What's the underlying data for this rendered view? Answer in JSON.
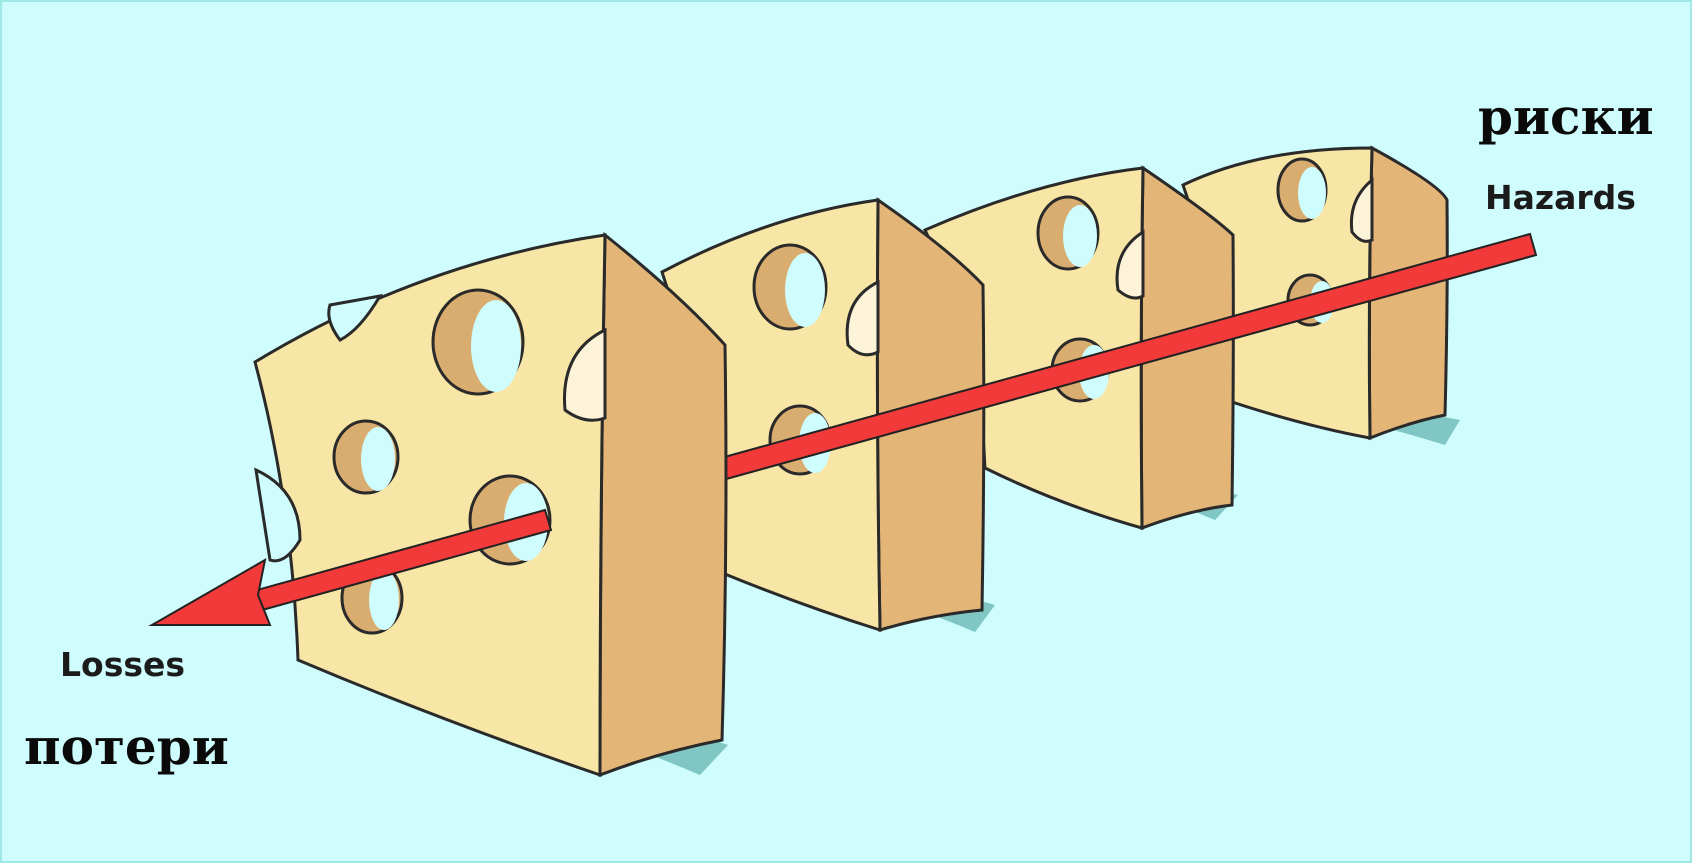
{
  "labels": {
    "hazards_ru": "риски",
    "hazards_en": "Hazards",
    "losses_en": "Losses",
    "losses_ru": "потери"
  },
  "colors": {
    "background": "#cffcfc",
    "cheese_face": "#f8e6a6",
    "cheese_side": "#e3b678",
    "hole_shade": "#d9ad70",
    "arrow": "#f23a3a",
    "shadow": "#7fc6c4"
  },
  "slices": [
    "slice-1",
    "slice-2",
    "slice-3",
    "slice-4"
  ]
}
